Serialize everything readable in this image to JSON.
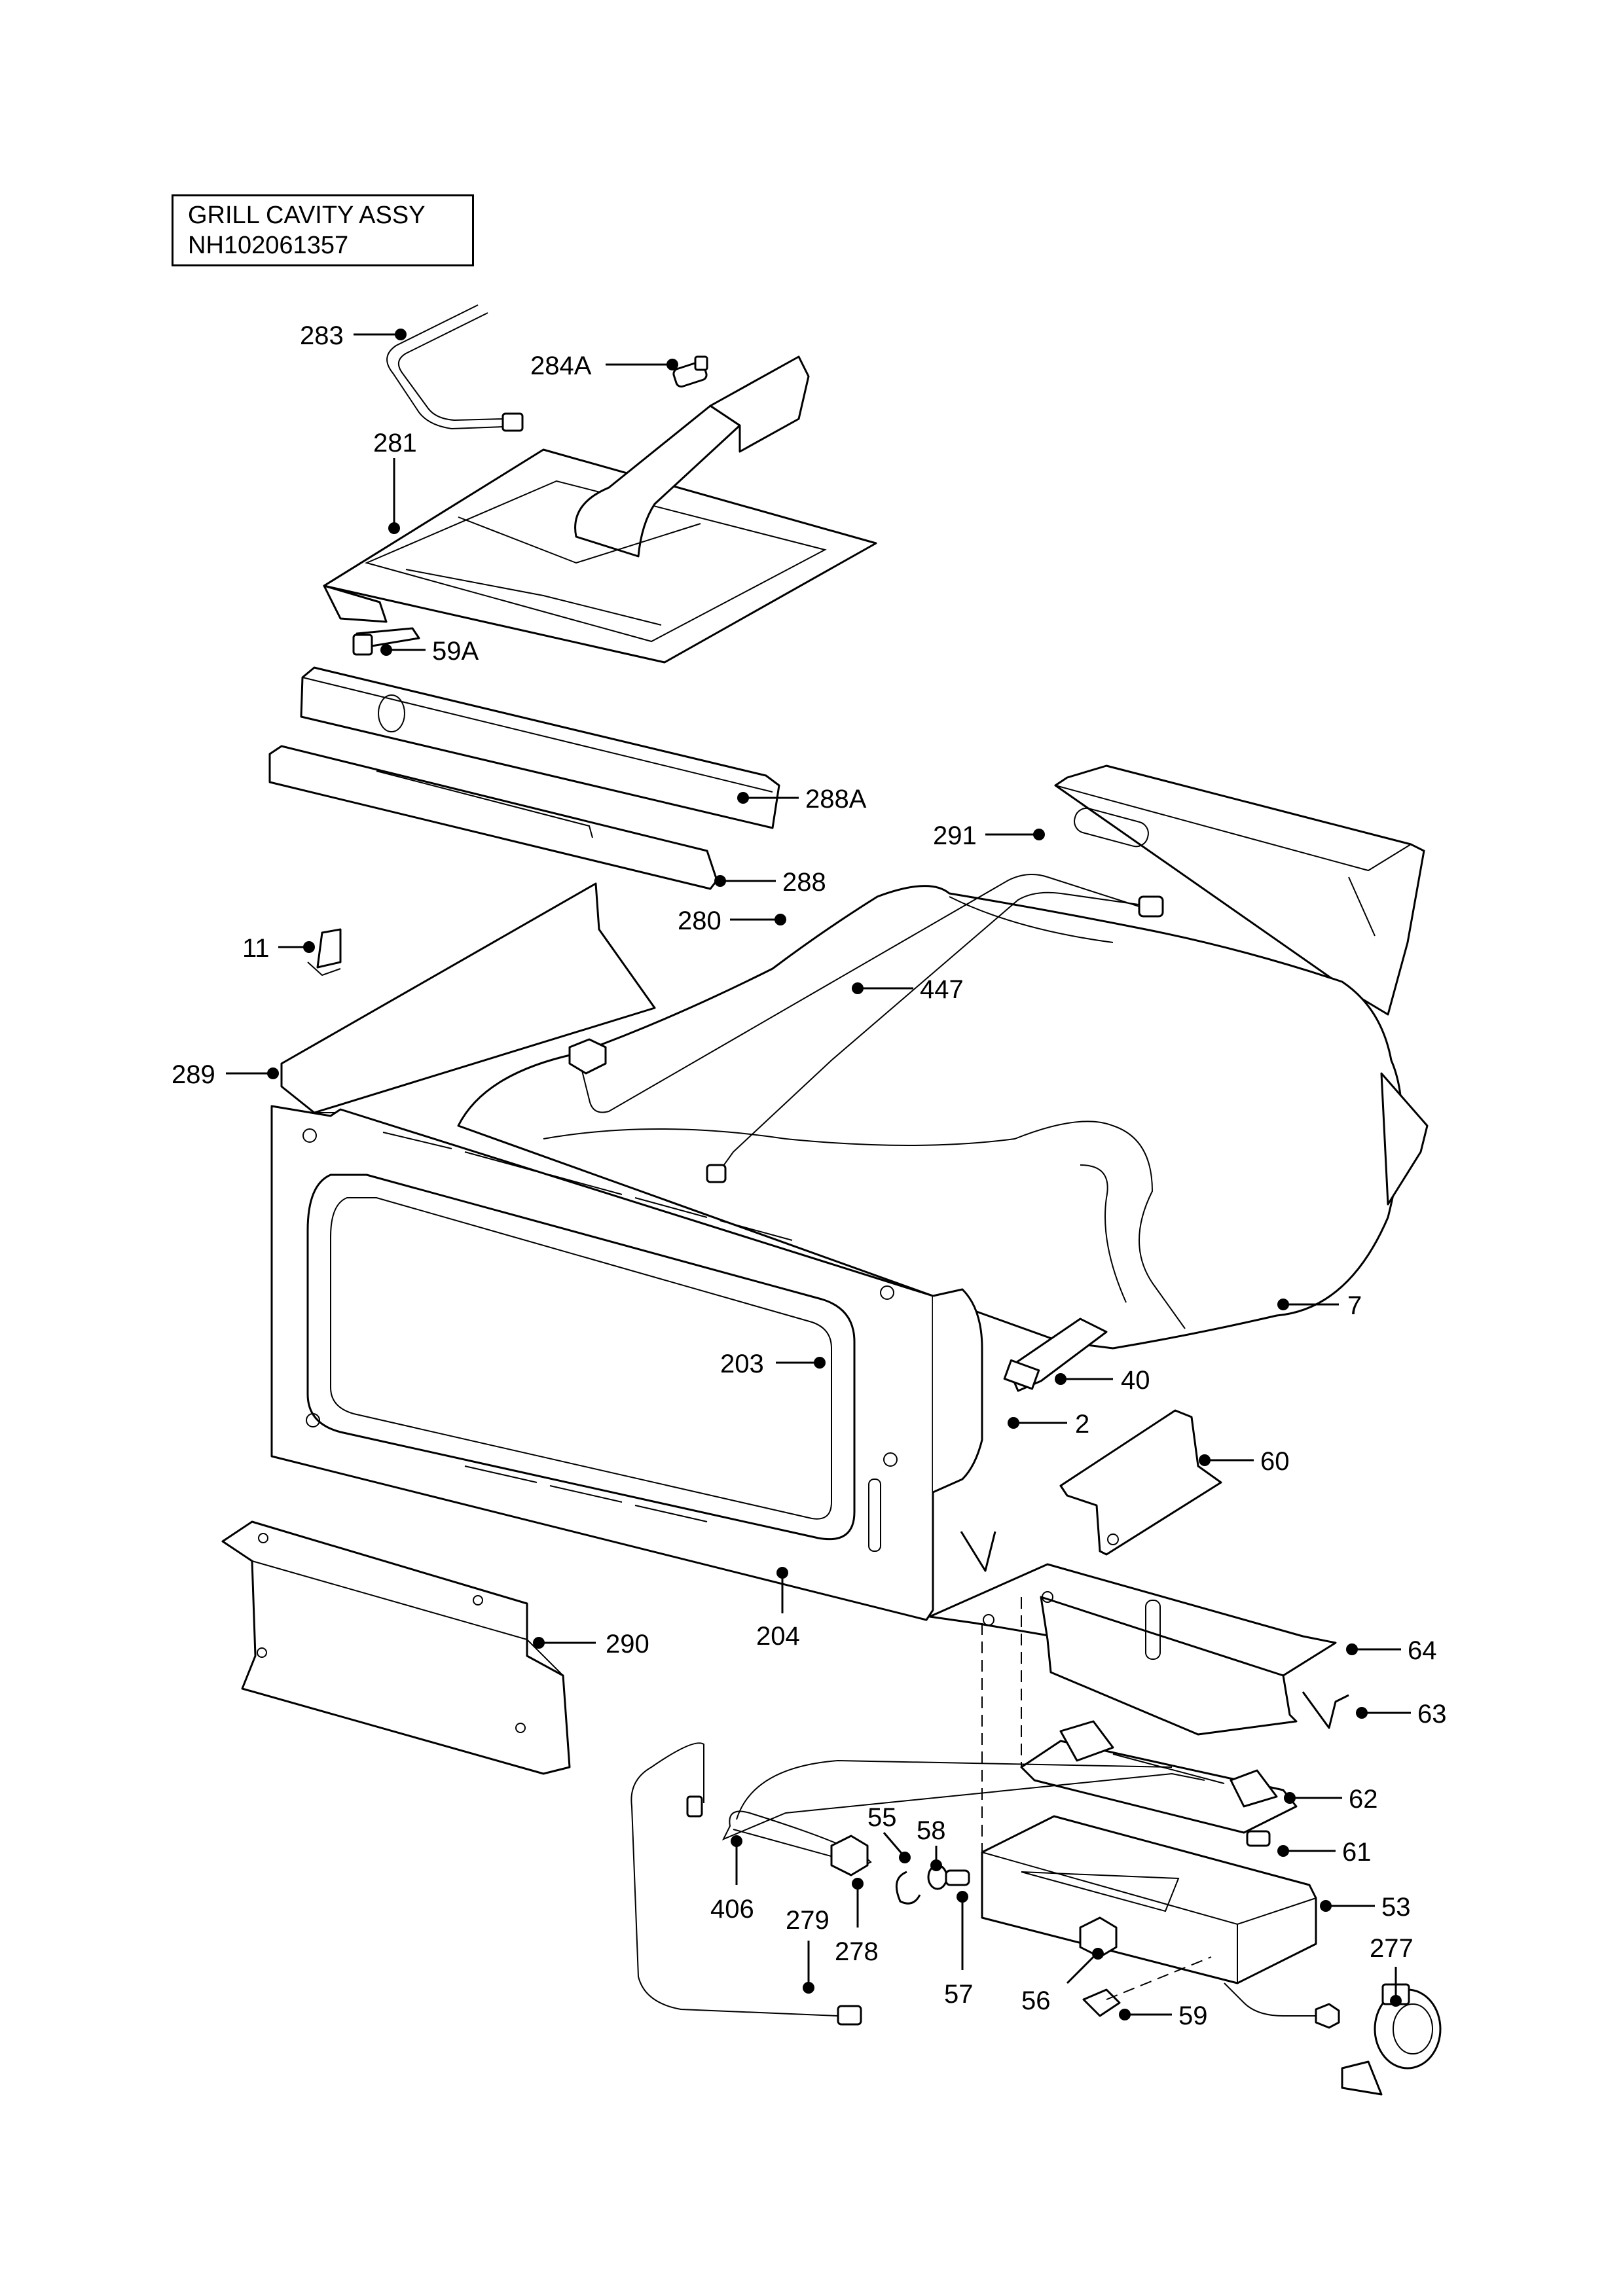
{
  "title": {
    "line1": "GRILL CAVITY ASSY",
    "line2": "NH102061357"
  },
  "callouts": [
    {
      "id": "283",
      "label": "283"
    },
    {
      "id": "284A",
      "label": "284A"
    },
    {
      "id": "281",
      "label": "281"
    },
    {
      "id": "59A",
      "label": "59A"
    },
    {
      "id": "288A",
      "label": "288A"
    },
    {
      "id": "291",
      "label": "291"
    },
    {
      "id": "288",
      "label": "288"
    },
    {
      "id": "11",
      "label": "11"
    },
    {
      "id": "280",
      "label": "280"
    },
    {
      "id": "447",
      "label": "447"
    },
    {
      "id": "289",
      "label": "289"
    },
    {
      "id": "7",
      "label": "7"
    },
    {
      "id": "203",
      "label": "203"
    },
    {
      "id": "40",
      "label": "40"
    },
    {
      "id": "2",
      "label": "2"
    },
    {
      "id": "60",
      "label": "60"
    },
    {
      "id": "204",
      "label": "204"
    },
    {
      "id": "290",
      "label": "290"
    },
    {
      "id": "64",
      "label": "64"
    },
    {
      "id": "63",
      "label": "63"
    },
    {
      "id": "62",
      "label": "62"
    },
    {
      "id": "55",
      "label": "55"
    },
    {
      "id": "58",
      "label": "58"
    },
    {
      "id": "61",
      "label": "61"
    },
    {
      "id": "53",
      "label": "53"
    },
    {
      "id": "406",
      "label": "406"
    },
    {
      "id": "279",
      "label": "279"
    },
    {
      "id": "278",
      "label": "278"
    },
    {
      "id": "57",
      "label": "57"
    },
    {
      "id": "56",
      "label": "56"
    },
    {
      "id": "277",
      "label": "277"
    },
    {
      "id": "59",
      "label": "59"
    }
  ]
}
